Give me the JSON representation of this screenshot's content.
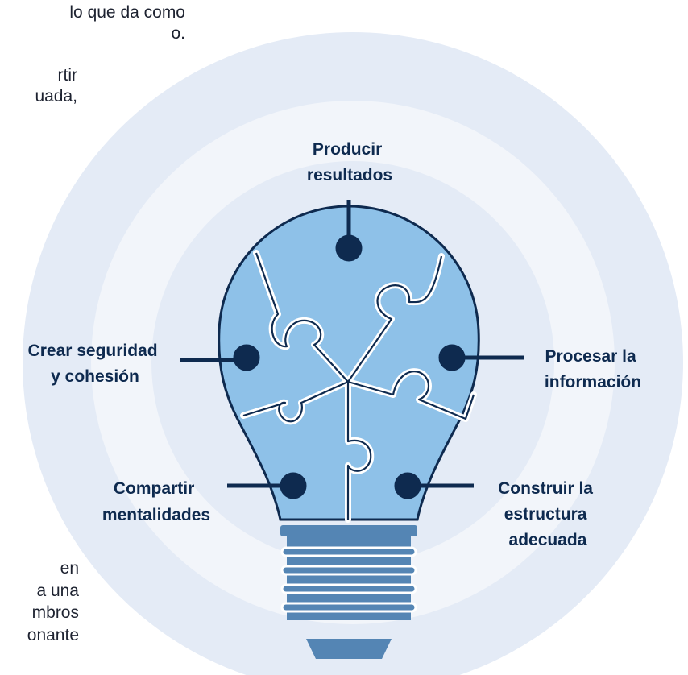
{
  "background_text": {
    "top": [
      "lo que da como",
      "o.",
      "rtir",
      "uada,"
    ],
    "bottom": [
      "en",
      "a una",
      "mbros",
      "onante"
    ]
  },
  "diagram": {
    "labels": {
      "top": [
        "Producir",
        "resultados"
      ],
      "left": [
        "Crear seguridad",
        "y cohesión"
      ],
      "right": [
        "Procesar la",
        "información"
      ],
      "bottom_left": [
        "Compartir",
        "mentalidades"
      ],
      "bottom_right": [
        "Construir la",
        "estructura",
        "adecuada"
      ]
    },
    "colors": {
      "outer_ring": "#e4ebf6",
      "middle_ring": "#f2f5fa",
      "inner_disc": "#e4ebf6",
      "bulb": "#8ec1e8",
      "base": "#5485b4",
      "outline": "#0e2a4f",
      "text": "#0e2a4f"
    }
  }
}
